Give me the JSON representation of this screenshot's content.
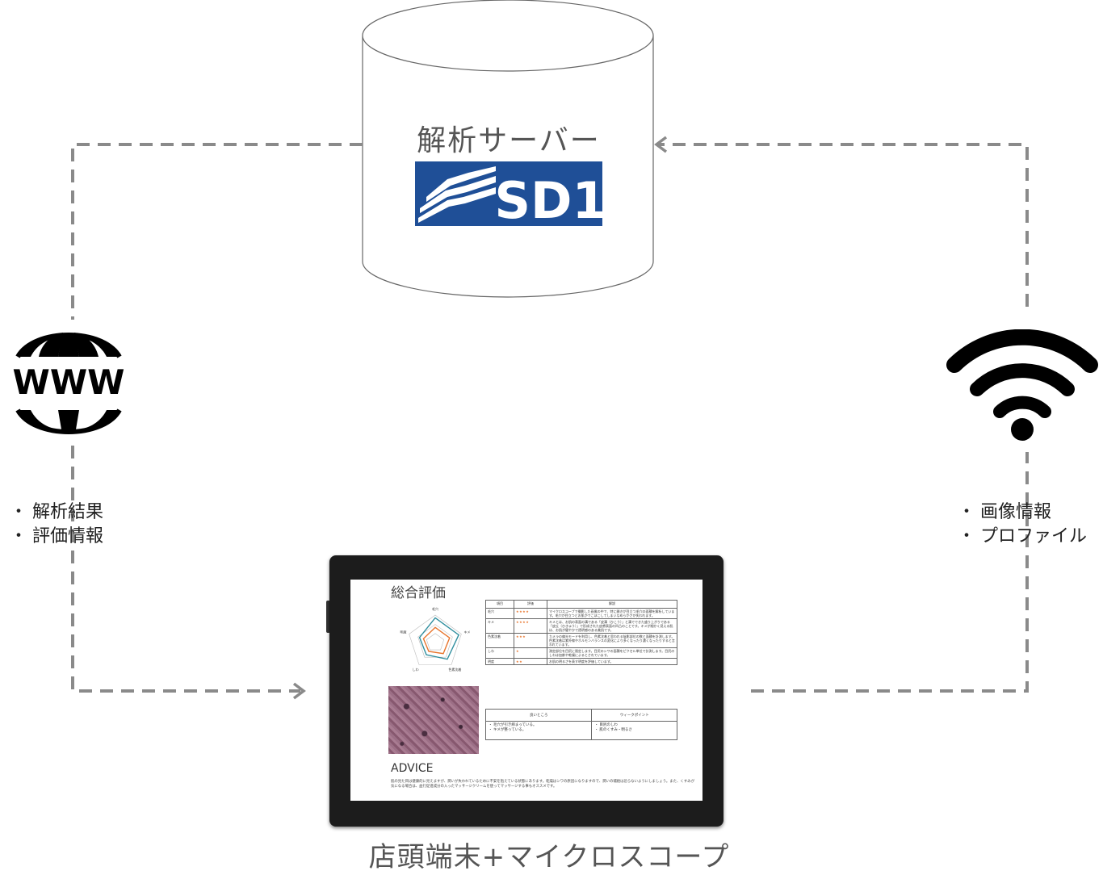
{
  "server": {
    "title": "解析サーバー",
    "logo_text": "SD1",
    "logo_color": "#1f4f97"
  },
  "left_channel": {
    "icon": "globe-www-icon",
    "icon_text": "WWW",
    "items": [
      "解析結果",
      "評価情報"
    ],
    "bullet": "・"
  },
  "right_channel": {
    "icon": "wifi-icon",
    "items": [
      "画像情報",
      "プロファイル"
    ],
    "bullet": "・"
  },
  "tablet_screen": {
    "title": "総合評価",
    "radar_labels": [
      "毛穴",
      "キメ",
      "色素沈着",
      "しわ",
      "明度"
    ],
    "eval_headers": [
      "項目",
      "評価",
      "解説"
    ],
    "eval_rows": [
      {
        "item": "毛穴",
        "stars": "★★★★",
        "desc": "マイクロスコープで撮影した画像の中で、特に開きが目立つ毛穴の面積を解析しています。毛穴が目立つとお肌がでこぼこしてしまいなめらかさが失われます。"
      },
      {
        "item": "キメ",
        "stars": "★★★★",
        "desc": "キメとは、お肌の表面の溝である「皮溝（ひこう）」と溝でできた盛り上がりである「皮丘（ひきゅう）」で形成された皮膚表面の凹凸のことです。キメが細かく見える肌は、お肌が健やかで透明感のある美肌です。"
      },
      {
        "item": "色素沈着",
        "stars": "★★★",
        "desc": "カメラの偏光モードを利用し、色素沈着と思われる陰影部位の数と面積を計測します。色素沈着は紫外線やホルモンバランスの変化により多くなったり濃くなったりすると言われています。"
      },
      {
        "item": "しわ",
        "stars": "★",
        "desc": "測定部位を目尻に限定します。目尻のシワの面積をピクセル単位で計測します。目尻のしわは加齢や乾燥によるとされています。"
      },
      {
        "item": "明度",
        "stars": "★★",
        "desc": "お肌の明るさを表す明度を評価しています。"
      }
    ],
    "good_header": "良いところ",
    "weak_header": "ウィークポイント",
    "good_items": [
      "毛穴が引き締まっている。",
      "キメが整っている。"
    ],
    "weak_items": [
      "目尻のしわ",
      "肌のくすみ・明るさ"
    ],
    "advice_title": "ADVICE",
    "advice_text": "肌の見た目は健康的に見えますが、潤いが失われているために不安を抱えている状態にあります。乾燥はシワの原因になりますので、潤いの補給は怠らないようにしましょう。また、くすみが気になる場合は、血行促進成分の入ったマッサージクリームを使ってマッサージする事もオススメです。",
    "radar_series": [
      {
        "color": "#2f8e9e",
        "values": [
          0.9,
          0.9,
          0.75,
          0.55,
          0.6
        ]
      },
      {
        "color": "#e8742b",
        "values": [
          0.55,
          0.55,
          0.5,
          0.4,
          0.45
        ]
      }
    ]
  },
  "caption": "店頭端末+マイクロスコープ"
}
